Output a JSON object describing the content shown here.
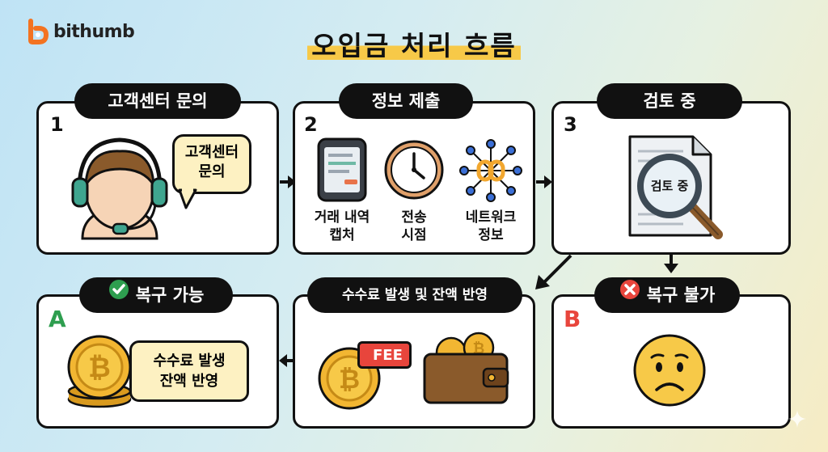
{
  "brand": {
    "name": "bithumb",
    "color": "#f37321"
  },
  "title": "오입금 처리 흐름",
  "steps": [
    {
      "number": "1",
      "label": "고객센터 문의",
      "bubble_line1": "고객센터",
      "bubble_line2": "문의"
    },
    {
      "number": "2",
      "label": "정보 제출",
      "items": [
        {
          "icon": "phone-icon",
          "line1": "거래 내역",
          "line2": "캡처"
        },
        {
          "icon": "clock-icon",
          "line1": "전송",
          "line2": "시점"
        },
        {
          "icon": "network-icon",
          "line1": "네트워크",
          "line2": "정보"
        }
      ]
    },
    {
      "number": "3",
      "label": "검토 중",
      "magnifier_text": "검토 중"
    }
  ],
  "fee_step": {
    "label": "수수료 발생 및 잔액 반영",
    "fee_tag": "FEE"
  },
  "outcome_a": {
    "letter": "A",
    "label": "복구 가능",
    "line1": "수수료 발생",
    "line2": "잔액 반영",
    "color": "#2e9e4f"
  },
  "outcome_b": {
    "letter": "B",
    "label": "복구 불가",
    "color": "#e8453c"
  },
  "colors": {
    "accent": "#f7c948",
    "coin": "#f2b632",
    "success": "#2e9e4f",
    "danger": "#e8453c"
  }
}
